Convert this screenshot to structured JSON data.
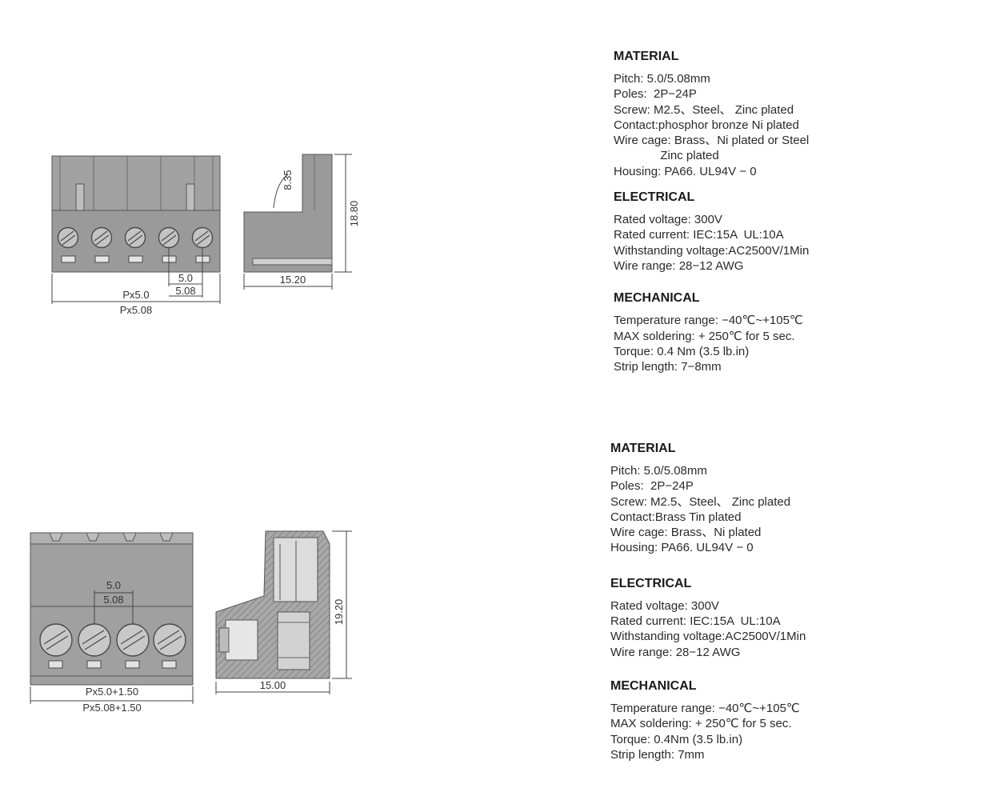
{
  "spec1": {
    "material": {
      "heading": "MATERIAL",
      "lines": [
        "Pitch: 5.0/5.08mm",
        "Poles:  2P−24P",
        "Screw: M2.5、Steel、 Zinc plated",
        "Contact:phosphor bronze Ni plated",
        "Wire cage: Brass、Ni plated or Steel",
        "              Zinc plated",
        "Housing: PA66. UL94V − 0"
      ]
    },
    "electrical": {
      "heading": "ELECTRICAL",
      "lines": [
        "Rated voltage: 300V",
        "Rated current: IEC:15A  UL:10A",
        "Withstanding voltage:AC2500V/1Min",
        "Wire range: 28−12 AWG"
      ]
    },
    "mechanical": {
      "heading": "MECHANICAL",
      "lines": [
        "Temperature range: −40℃~+105℃",
        "MAX soldering: + 250℃ for 5 sec.",
        "Torque: 0.4 Nm (3.5 lb.in)",
        "Strip length: 7−8mm"
      ]
    }
  },
  "spec2": {
    "material": {
      "heading": "MATERIAL",
      "lines": [
        "Pitch: 5.0/5.08mm",
        "Poles:  2P−24P",
        "Screw: M2.5、Steel、 Zinc plated",
        "Contact:Brass Tin plated",
        "Wire cage: Brass、Ni plated",
        "Housing: PA66. UL94V − 0"
      ]
    },
    "electrical": {
      "heading": "ELECTRICAL",
      "lines": [
        "Rated voltage: 300V",
        "Rated current: IEC:15A  UL:10A",
        "Withstanding voltage:AC2500V/1Min",
        "Wire range: 28−12 AWG"
      ]
    },
    "mechanical": {
      "heading": "MECHANICAL",
      "lines": [
        "Temperature range: −40℃~+105℃",
        "MAX soldering: + 250℃ for 5 sec.",
        "Torque: 0.4Nm (3.5 lb.in)",
        "Strip length: 7mm"
      ]
    }
  },
  "dims1": {
    "pitch_a": "5.0",
    "pitch_b": "5.08",
    "total_a": "Px5.0",
    "total_b": "Px5.08",
    "depth": "15.20",
    "height": "18.80",
    "offset": "8.35"
  },
  "dims2": {
    "pitch_a": "5.0",
    "pitch_b": "5.08",
    "total_a": "Px5.0+1.50",
    "total_b": "Px5.08+1.50",
    "depth": "15.00",
    "height": "19.20"
  },
  "colors": {
    "line": "#555555",
    "body": "#9a9a9a",
    "body_light": "#b5b5b5"
  }
}
